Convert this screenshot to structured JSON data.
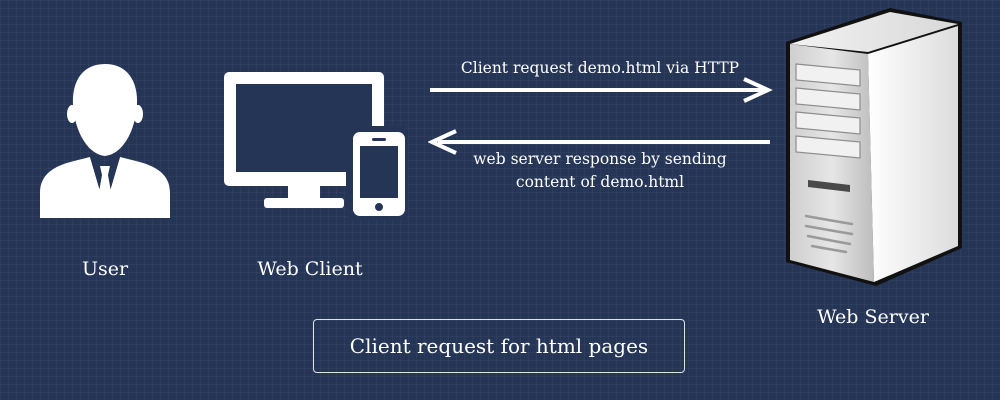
{
  "nodes": {
    "user": "User",
    "client": "Web Client",
    "server": "Web Server"
  },
  "messages": {
    "request": "Client request demo.html via HTTP",
    "response_line1": "web server response by sending",
    "response_line2": "content of demo.html"
  },
  "caption": "Client request for html pages",
  "colors": {
    "background": "#253556",
    "foreground": "#ffffff"
  }
}
